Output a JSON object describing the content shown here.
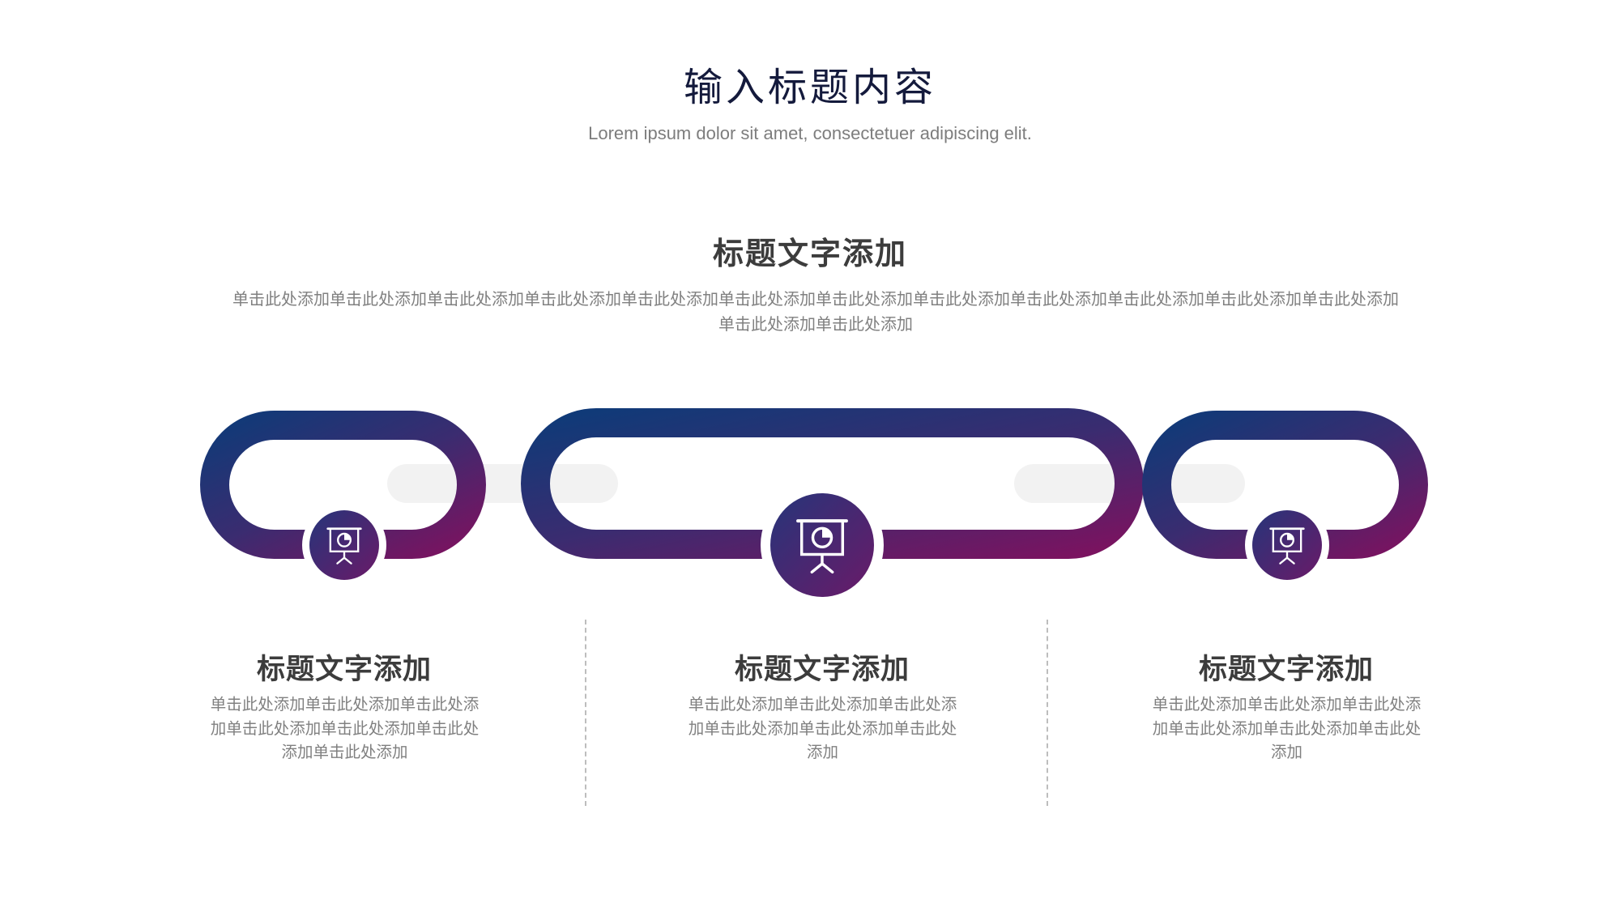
{
  "header": {
    "title": "输入标题内容",
    "subtitle": "Lorem ipsum dolor sit amet, consectetuer adipiscing elit."
  },
  "section": {
    "heading": "标题文字添加",
    "body": "单击此处添加单击此处添加单击此处添加单击此处添加单击此处添加单击此处添加单击此处添加单击此处添加单击此处添加单击此处添加单击此处添加单击此处添加单击此处添加单击此处添加"
  },
  "cards": [
    {
      "title": "标题文字添加",
      "text": "单击此处添加单击此处添加单击此处添加单击此处添加单击此处添加单击此处添加单击此处添加",
      "icon": "presentation-board-icon"
    },
    {
      "title": "标题文字添加",
      "text": "单击此处添加单击此处添加单击此处添加单击此处添加单击此处添加单击此处添加",
      "icon": "presentation-board-icon"
    },
    {
      "title": "标题文字添加",
      "text": "单击此处添加单击此处添加单击此处添加单击此处添加单击此处添加单击此处添加",
      "icon": "presentation-board-icon"
    }
  ],
  "colors": {
    "gradient_start": "#103a78",
    "gradient_mid": "#3a2c70",
    "gradient_end": "#7a1360",
    "connector": "#f2f2f2",
    "title": "#141a3c"
  }
}
